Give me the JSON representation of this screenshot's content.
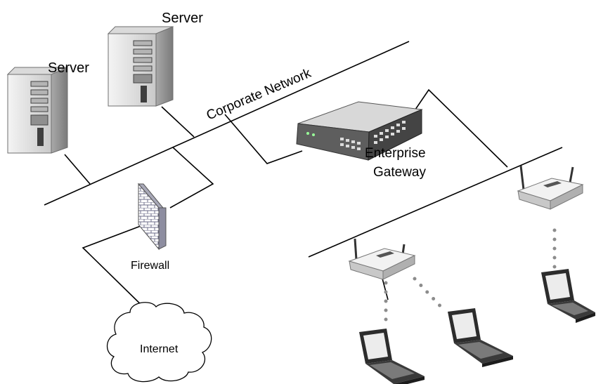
{
  "labels": {
    "server_1": "Server",
    "server_2": "Server",
    "corporate_network": "Corporate Network",
    "enterprise_gateway_line1": "Enterprise",
    "enterprise_gateway_line2": "Gateway",
    "firewall": "Firewall",
    "internet": "Internet"
  },
  "icons": [
    "server-icon",
    "server-icon",
    "gateway-switch-icon",
    "firewall-icon",
    "cloud-icon",
    "access-point-icon",
    "access-point-icon",
    "laptop-icon",
    "laptop-icon",
    "laptop-icon"
  ]
}
